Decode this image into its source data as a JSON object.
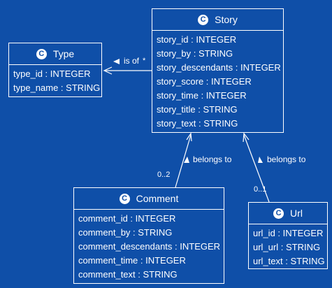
{
  "classes": {
    "story": {
      "badge": "C",
      "name": "Story",
      "attributes": [
        "story_id : INTEGER",
        "story_by : STRING",
        "story_descendants : INTEGER",
        "story_score : INTEGER",
        "story_time : INTEGER",
        "story_title : STRING",
        "story_text : STRING"
      ]
    },
    "type": {
      "badge": "C",
      "name": "Type",
      "attributes": [
        "type_id : INTEGER",
        "type_name : STRING"
      ]
    },
    "comment": {
      "badge": "C",
      "name": "Comment",
      "attributes": [
        "comment_id : INTEGER",
        "comment_by : STRING",
        "comment_descendants : INTEGER",
        "comment_time : INTEGER",
        "comment_text : STRING"
      ]
    },
    "url": {
      "badge": "C",
      "name": "Url",
      "attributes": [
        "url_id : INTEGER",
        "url_url : STRING",
        "url_text : STRING"
      ]
    }
  },
  "relations": {
    "story_type": {
      "label": "is of",
      "multiplicity": "*"
    },
    "comment_story": {
      "label": "belongs to",
      "multiplicity": "0..2"
    },
    "url_story": {
      "label": "belongs to",
      "multiplicity": "0..1"
    }
  },
  "colors": {
    "background": "#0f4fa8",
    "foreground": "#ffffff"
  }
}
